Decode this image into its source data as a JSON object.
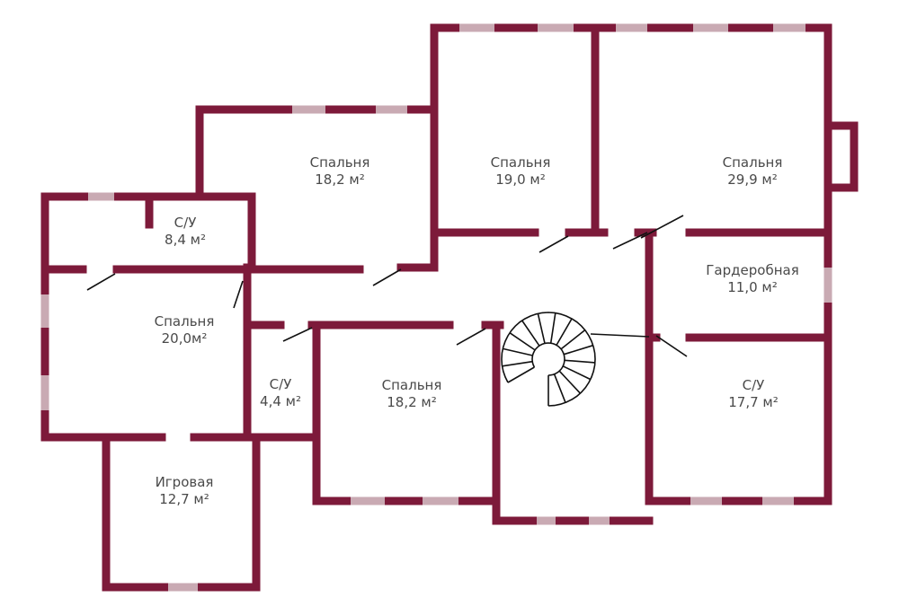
{
  "colors": {
    "wall": "#7d1a3a",
    "window": "#c9aab3",
    "door": "#111111",
    "text": "#4a4a4a",
    "background": "#ffffff"
  },
  "rooms": [
    {
      "id": "bedroom-18-2-top",
      "name": "Спальня",
      "area": "18,2 м²"
    },
    {
      "id": "bedroom-19-0",
      "name": "Спальня",
      "area": "19,0 м²"
    },
    {
      "id": "bedroom-29-9",
      "name": "Спальня",
      "area": "29,9 м²"
    },
    {
      "id": "bathroom-8-4",
      "name": "С/У",
      "area": "8,4 м²"
    },
    {
      "id": "wardrobe-11-0",
      "name": "Гардеробная",
      "area": "11,0 м²"
    },
    {
      "id": "bedroom-20-0",
      "name": "Спальня",
      "area": "20,0м²"
    },
    {
      "id": "bathroom-4-4",
      "name": "С/У",
      "area": "4,4 м²"
    },
    {
      "id": "bedroom-18-2-center",
      "name": "Спальня",
      "area": "18,2 м²"
    },
    {
      "id": "bathroom-17-7",
      "name": "С/У",
      "area": "17,7 м²"
    },
    {
      "id": "playroom-12-7",
      "name": "Игровая",
      "area": "12,7 м²"
    }
  ],
  "icons": {
    "staircase": "spiral-staircase-icon",
    "door": "door-swing-icon",
    "window": "window-icon"
  }
}
